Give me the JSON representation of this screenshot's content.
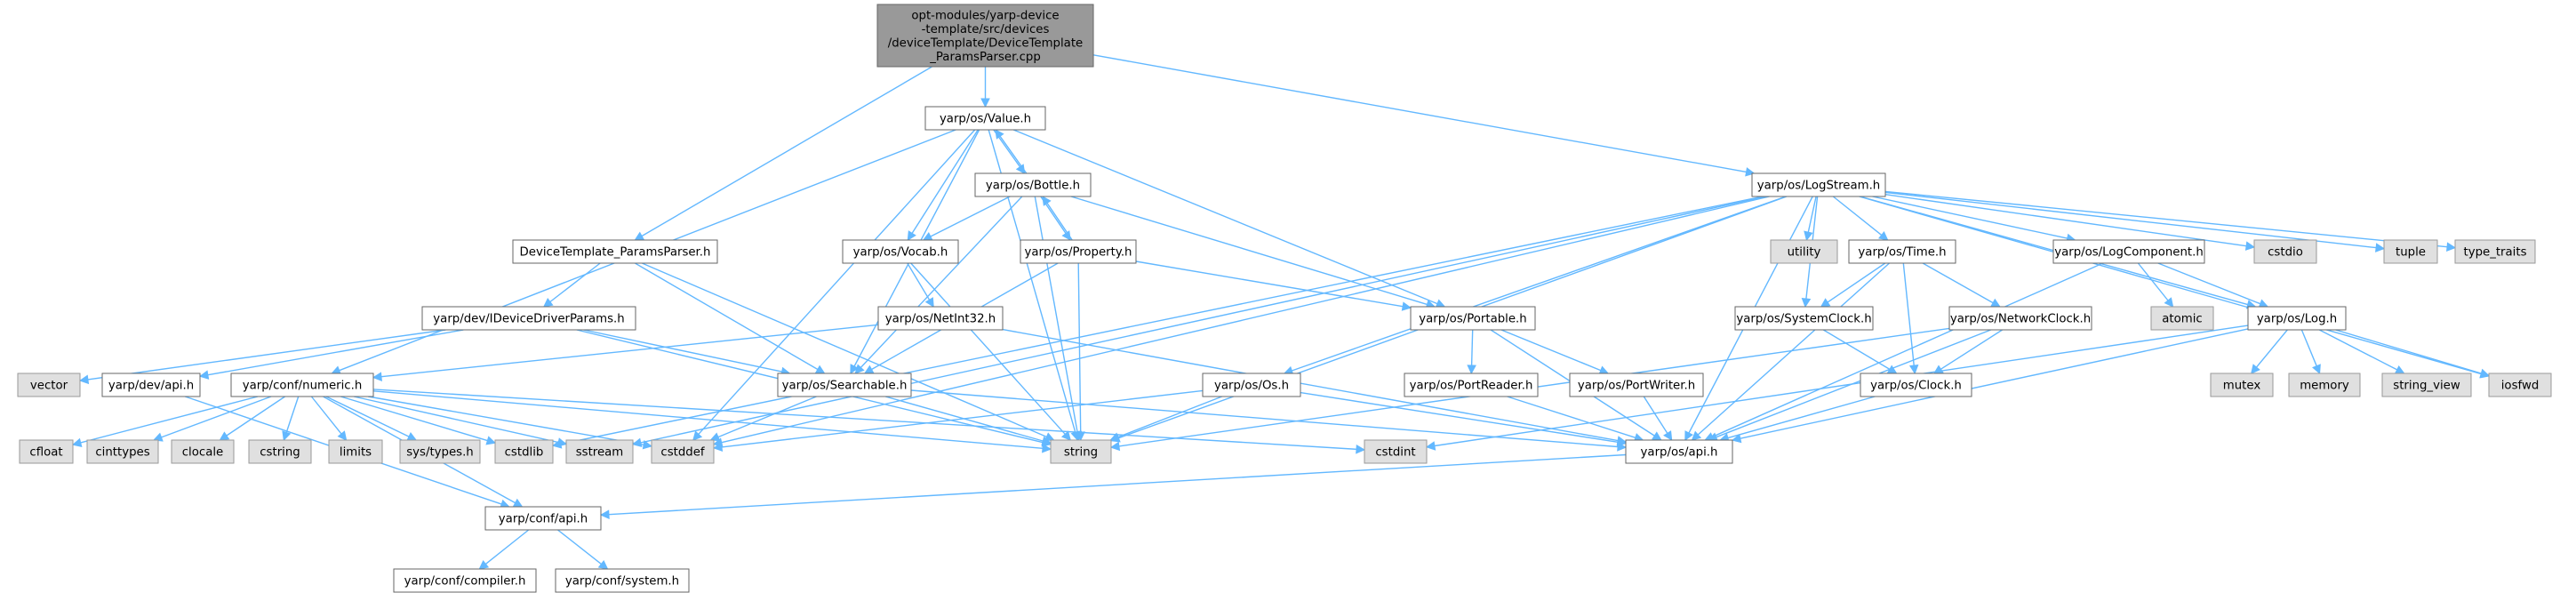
{
  "colors": {
    "root_fill": "#999999",
    "file_fill": "#ffffff",
    "system_fill": "#e0e0e0",
    "system_stroke": "#999999",
    "node_stroke": "#666666",
    "edge": "#63b8ff",
    "background": "#ffffff"
  },
  "nodes": {
    "root": {
      "lines": [
        "opt-modules/yarp-device",
        "-template/src/devices",
        "/deviceTemplate/DeviceTemplate",
        "_ParamsParser.cpp"
      ],
      "kind": "root"
    },
    "value": {
      "lines": [
        "yarp/os/Value.h"
      ],
      "kind": "file"
    },
    "logstream": {
      "lines": [
        "yarp/os/LogStream.h"
      ],
      "kind": "file"
    },
    "bottle": {
      "lines": [
        "yarp/os/Bottle.h"
      ],
      "kind": "file"
    },
    "vocab": {
      "lines": [
        "yarp/os/Vocab.h"
      ],
      "kind": "file"
    },
    "property": {
      "lines": [
        "yarp/os/Property.h"
      ],
      "kind": "file"
    },
    "dtparams": {
      "lines": [
        "DeviceTemplate_ParamsParser.h"
      ],
      "kind": "file"
    },
    "netint32": {
      "lines": [
        "yarp/os/NetInt32.h"
      ],
      "kind": "file"
    },
    "idevparams": {
      "lines": [
        "yarp/dev/IDeviceDriverParams.h"
      ],
      "kind": "file"
    },
    "portable": {
      "lines": [
        "yarp/os/Portable.h"
      ],
      "kind": "file"
    },
    "searchable": {
      "lines": [
        "yarp/os/Searchable.h"
      ],
      "kind": "file"
    },
    "numeric": {
      "lines": [
        "yarp/conf/numeric.h"
      ],
      "kind": "file"
    },
    "devapi": {
      "lines": [
        "yarp/dev/api.h"
      ],
      "kind": "file"
    },
    "vector": {
      "lines": [
        "vector"
      ],
      "kind": "system"
    },
    "os": {
      "lines": [
        "yarp/os/Os.h"
      ],
      "kind": "file"
    },
    "portreader": {
      "lines": [
        "yarp/os/PortReader.h"
      ],
      "kind": "file"
    },
    "portwriter": {
      "lines": [
        "yarp/os/PortWriter.h"
      ],
      "kind": "file"
    },
    "utility": {
      "lines": [
        "utility"
      ],
      "kind": "system"
    },
    "time": {
      "lines": [
        "yarp/os/Time.h"
      ],
      "kind": "file"
    },
    "systemclock": {
      "lines": [
        "yarp/os/SystemClock.h"
      ],
      "kind": "file"
    },
    "networkclock": {
      "lines": [
        "yarp/os/NetworkClock.h"
      ],
      "kind": "file"
    },
    "clock": {
      "lines": [
        "yarp/os/Clock.h"
      ],
      "kind": "file"
    },
    "logcomponent": {
      "lines": [
        "yarp/os/LogComponent.h"
      ],
      "kind": "file"
    },
    "atomic": {
      "lines": [
        "atomic"
      ],
      "kind": "system"
    },
    "log": {
      "lines": [
        "yarp/os/Log.h"
      ],
      "kind": "file"
    },
    "cstdio": {
      "lines": [
        "cstdio"
      ],
      "kind": "system"
    },
    "tuple": {
      "lines": [
        "tuple"
      ],
      "kind": "system"
    },
    "type_traits": {
      "lines": [
        "type_traits"
      ],
      "kind": "system"
    },
    "mutex": {
      "lines": [
        "mutex"
      ],
      "kind": "system"
    },
    "memory": {
      "lines": [
        "memory"
      ],
      "kind": "system"
    },
    "string_view": {
      "lines": [
        "string_view"
      ],
      "kind": "system"
    },
    "iosfwd": {
      "lines": [
        "iosfwd"
      ],
      "kind": "system"
    },
    "cfloat": {
      "lines": [
        "cfloat"
      ],
      "kind": "system"
    },
    "cinttypes": {
      "lines": [
        "cinttypes"
      ],
      "kind": "system"
    },
    "clocale": {
      "lines": [
        "clocale"
      ],
      "kind": "system"
    },
    "cstring": {
      "lines": [
        "cstring"
      ],
      "kind": "system"
    },
    "limits": {
      "lines": [
        "limits"
      ],
      "kind": "system"
    },
    "systypes": {
      "lines": [
        "sys/types.h"
      ],
      "kind": "system"
    },
    "cstdlib": {
      "lines": [
        "cstdlib"
      ],
      "kind": "system"
    },
    "sstream": {
      "lines": [
        "sstream"
      ],
      "kind": "system"
    },
    "cstddef": {
      "lines": [
        "cstddef"
      ],
      "kind": "system"
    },
    "string": {
      "lines": [
        "string"
      ],
      "kind": "system"
    },
    "cstdint": {
      "lines": [
        "cstdint"
      ],
      "kind": "system"
    },
    "osapi": {
      "lines": [
        "yarp/os/api.h"
      ],
      "kind": "file"
    },
    "confapi": {
      "lines": [
        "yarp/conf/api.h"
      ],
      "kind": "file"
    },
    "compiler": {
      "lines": [
        "yarp/conf/compiler.h"
      ],
      "kind": "file"
    },
    "system": {
      "lines": [
        "yarp/conf/system.h"
      ],
      "kind": "file"
    }
  },
  "edges": [
    [
      "root",
      "value"
    ],
    [
      "root",
      "dtparams"
    ],
    [
      "root",
      "logstream"
    ],
    [
      "value",
      "bottle"
    ],
    [
      "value",
      "vocab"
    ],
    [
      "value",
      "portable"
    ],
    [
      "value",
      "searchable"
    ],
    [
      "value",
      "numeric"
    ],
    [
      "value",
      "string"
    ],
    [
      "value",
      "cstddef"
    ],
    [
      "bottle",
      "value"
    ],
    [
      "bottle",
      "vocab"
    ],
    [
      "bottle",
      "property"
    ],
    [
      "bottle",
      "portable"
    ],
    [
      "bottle",
      "searchable"
    ],
    [
      "bottle",
      "string"
    ],
    [
      "property",
      "bottle"
    ],
    [
      "property",
      "portable"
    ],
    [
      "property",
      "searchable"
    ],
    [
      "property",
      "string"
    ],
    [
      "vocab",
      "netint32"
    ],
    [
      "vocab",
      "string"
    ],
    [
      "netint32",
      "numeric"
    ],
    [
      "netint32",
      "osapi"
    ],
    [
      "dtparams",
      "idevparams"
    ],
    [
      "dtparams",
      "searchable"
    ],
    [
      "dtparams",
      "string"
    ],
    [
      "idevparams",
      "vector"
    ],
    [
      "idevparams",
      "devapi"
    ],
    [
      "idevparams",
      "searchable"
    ],
    [
      "idevparams",
      "string"
    ],
    [
      "devapi",
      "confapi"
    ],
    [
      "searchable",
      "cstddef"
    ],
    [
      "searchable",
      "string"
    ],
    [
      "searchable",
      "osapi"
    ],
    [
      "portable",
      "portreader"
    ],
    [
      "portable",
      "portwriter"
    ],
    [
      "portable",
      "osapi"
    ],
    [
      "portreader",
      "osapi"
    ],
    [
      "portwriter",
      "osapi"
    ],
    [
      "os",
      "cstddef"
    ],
    [
      "os",
      "string"
    ],
    [
      "os",
      "osapi"
    ],
    [
      "numeric",
      "cfloat"
    ],
    [
      "numeric",
      "cinttypes"
    ],
    [
      "numeric",
      "clocale"
    ],
    [
      "numeric",
      "cstring"
    ],
    [
      "numeric",
      "limits"
    ],
    [
      "numeric",
      "systypes"
    ],
    [
      "numeric",
      "cstdlib"
    ],
    [
      "numeric",
      "sstream"
    ],
    [
      "numeric",
      "cstddef"
    ],
    [
      "numeric",
      "string"
    ],
    [
      "numeric",
      "cstdint"
    ],
    [
      "numeric",
      "confapi"
    ],
    [
      "logstream",
      "utility"
    ],
    [
      "logstream",
      "time"
    ],
    [
      "logstream",
      "systemclock"
    ],
    [
      "logstream",
      "logcomponent"
    ],
    [
      "logstream",
      "log"
    ],
    [
      "logstream",
      "cstdio"
    ],
    [
      "logstream",
      "tuple"
    ],
    [
      "logstream",
      "type_traits"
    ],
    [
      "logstream",
      "iosfwd"
    ],
    [
      "logstream",
      "os"
    ],
    [
      "logstream",
      "osapi"
    ],
    [
      "logstream",
      "string"
    ],
    [
      "logstream",
      "sstream"
    ],
    [
      "logstream",
      "cstdlib"
    ],
    [
      "logstream",
      "cstddef"
    ],
    [
      "time",
      "systemclock"
    ],
    [
      "time",
      "networkclock"
    ],
    [
      "time",
      "clock"
    ],
    [
      "time",
      "osapi"
    ],
    [
      "systemclock",
      "clock"
    ],
    [
      "networkclock",
      "clock"
    ],
    [
      "networkclock",
      "osapi"
    ],
    [
      "networkclock",
      "string"
    ],
    [
      "clock",
      "osapi"
    ],
    [
      "logcomponent",
      "atomic"
    ],
    [
      "logcomponent",
      "log"
    ],
    [
      "logcomponent",
      "osapi"
    ],
    [
      "log",
      "mutex"
    ],
    [
      "log",
      "memory"
    ],
    [
      "log",
      "string_view"
    ],
    [
      "log",
      "iosfwd"
    ],
    [
      "log",
      "osapi"
    ],
    [
      "log",
      "cstdint"
    ],
    [
      "osapi",
      "confapi"
    ],
    [
      "confapi",
      "compiler"
    ],
    [
      "confapi",
      "system"
    ]
  ]
}
